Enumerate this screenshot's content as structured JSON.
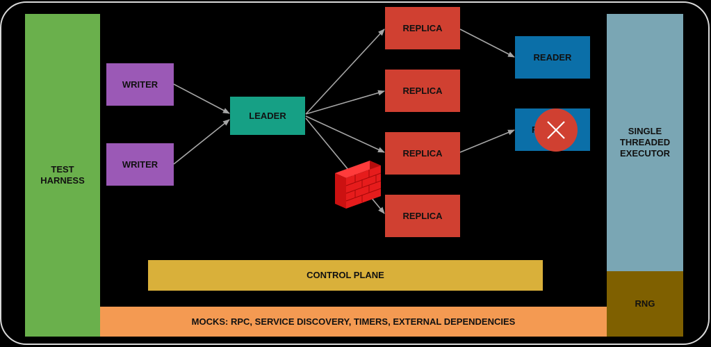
{
  "harness": {
    "label": "TEST HARNESS"
  },
  "writers": [
    {
      "label": "WRITER"
    },
    {
      "label": "WRITER"
    }
  ],
  "leader": {
    "label": "LEADER"
  },
  "replicas": [
    {
      "label": "REPLICA"
    },
    {
      "label": "REPLICA"
    },
    {
      "label": "REPLICA"
    },
    {
      "label": "REPLICA"
    }
  ],
  "readers": [
    {
      "label": "READER"
    },
    {
      "label": "R"
    }
  ],
  "executor": {
    "label": "SINGLE THREADED EXECUTOR"
  },
  "rng": {
    "label": "RNG"
  },
  "control_plane": {
    "label": "CONTROL PLANE"
  },
  "mocks": {
    "label": "MOCKS: RPC, SERVICE DISCOVERY, TIMERS, EXTERNAL DEPENDENCIES"
  },
  "icons": {
    "failure": "close-icon",
    "partition": "firewall-icon"
  },
  "colors": {
    "harness": "#6ab04c",
    "writer": "#9b59b6",
    "leader": "#16a085",
    "replica": "#d04031",
    "reader": "#0b6fa8",
    "executor": "#7aa6b4",
    "rng": "#7f6000",
    "control_plane": "#d9b03a",
    "mocks": "#f49a52"
  }
}
